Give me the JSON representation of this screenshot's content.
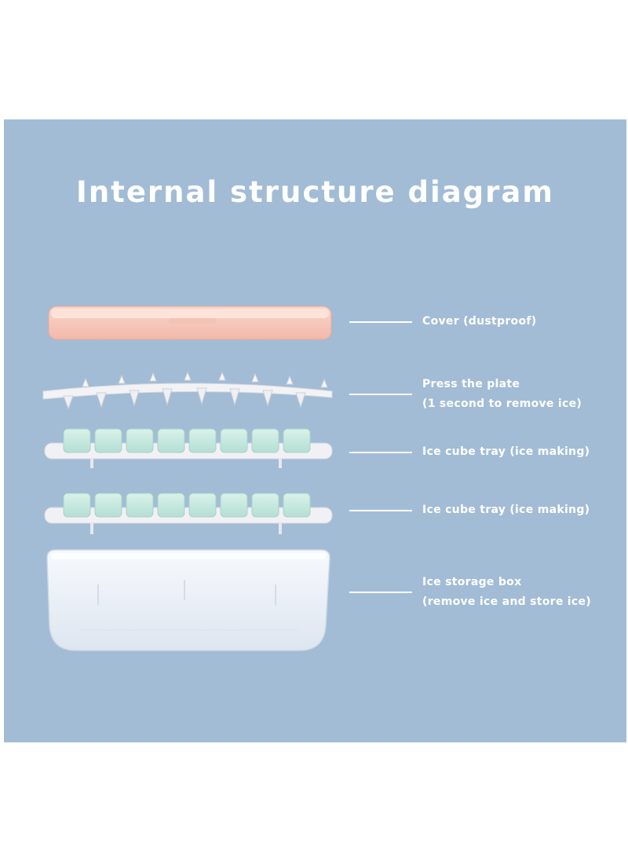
{
  "diagram": {
    "title": "Internal structure diagram",
    "components": [
      {
        "id": "cover",
        "lines": [
          "Cover (dustproof)"
        ],
        "color": "#f6c8bd"
      },
      {
        "id": "press-plate",
        "lines": [
          "Press the plate",
          "(1 second to remove ice)"
        ],
        "color": "#f0f0f4"
      },
      {
        "id": "ice-tray-1",
        "lines": [
          "Ice cube tray (ice making)"
        ],
        "color": "#c9e8df"
      },
      {
        "id": "ice-tray-2",
        "lines": [
          "Ice cube tray (ice making)"
        ],
        "color": "#c9e8df"
      },
      {
        "id": "storage-box",
        "lines": [
          "Ice storage box",
          "(remove ice and store ice)"
        ],
        "color": "#e7edf5"
      }
    ],
    "colors": {
      "background": "#a2bcd6",
      "text": "#ffffff"
    }
  }
}
